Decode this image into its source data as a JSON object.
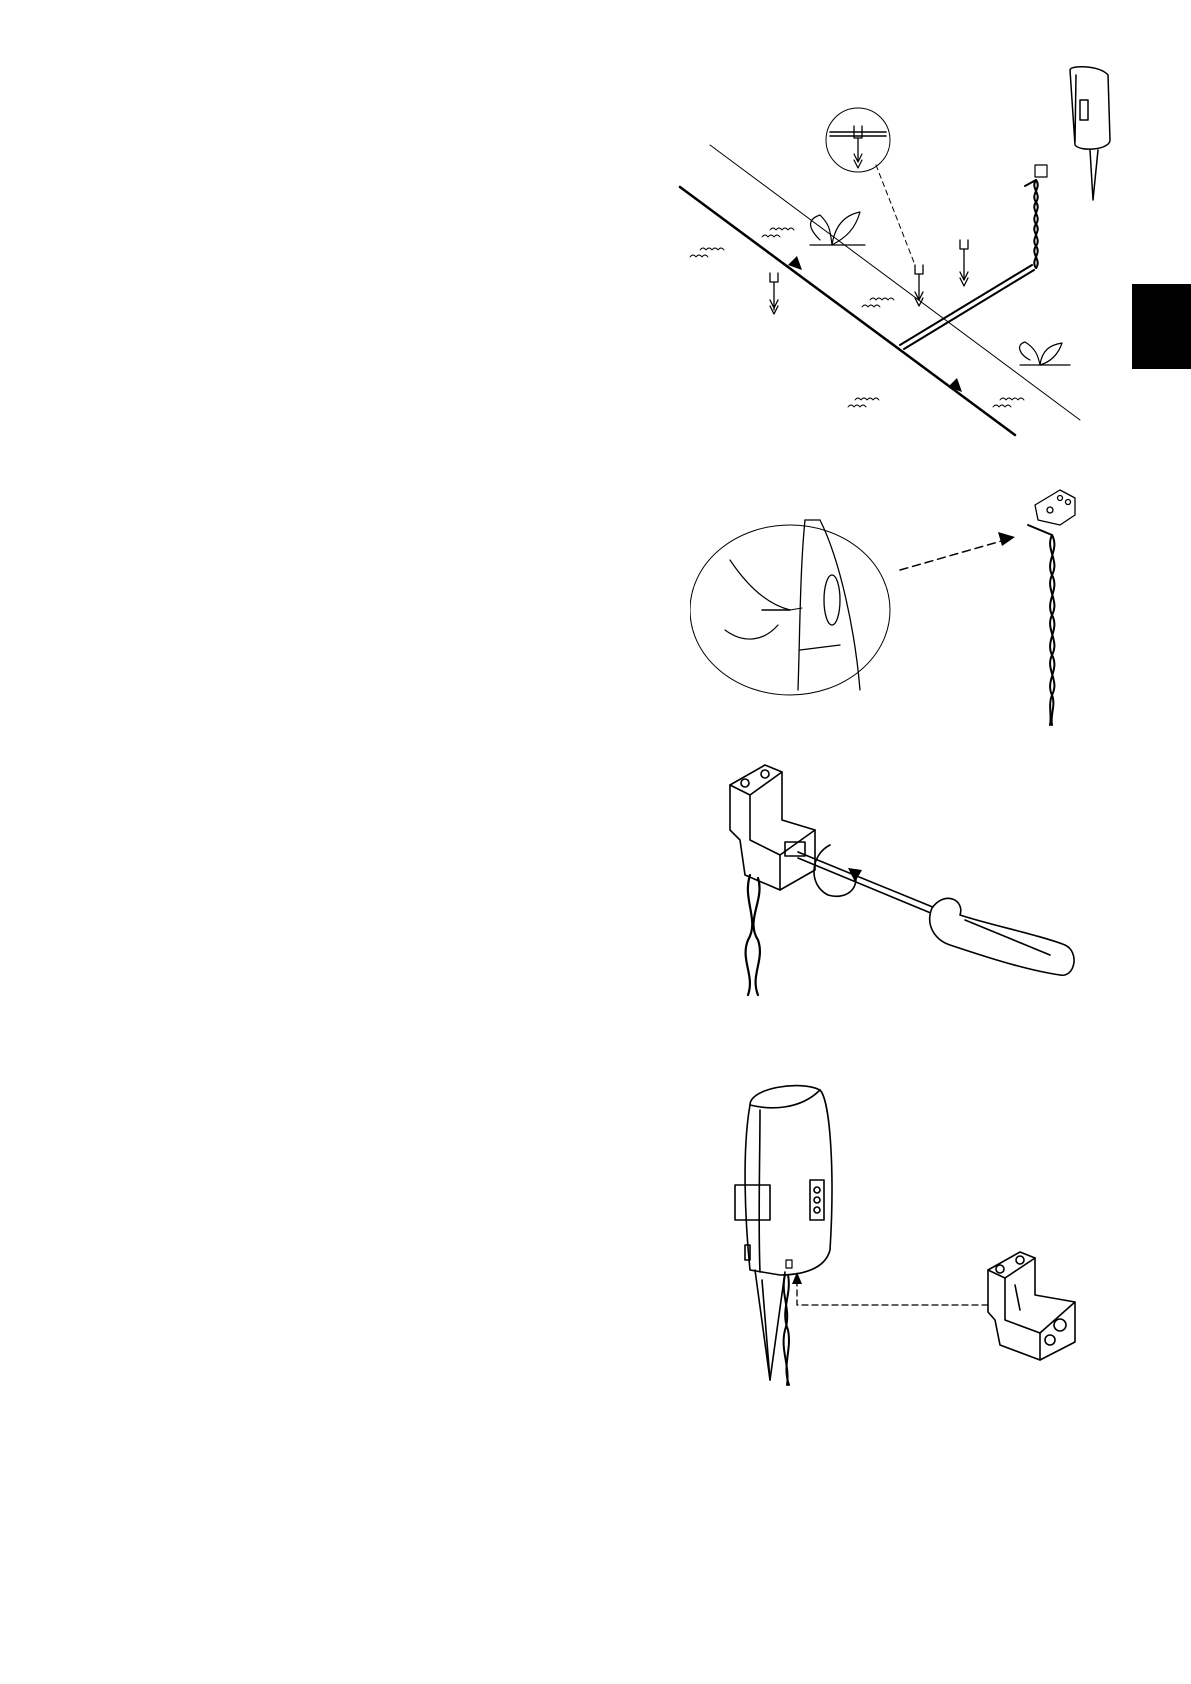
{
  "page": {
    "background": "#ffffff",
    "ink": "#000000",
    "tab_color": "#000000"
  },
  "figures": [
    {
      "name": "boundary-wire-staked-layout",
      "icons": [
        "guide-wire",
        "boundary-wire",
        "peg",
        "twisted-wire",
        "connector",
        "charging-station"
      ]
    },
    {
      "name": "wire-stripping-detail",
      "icons": [
        "pliers",
        "wire",
        "connector"
      ]
    },
    {
      "name": "screwdriver-tightening-connector",
      "icons": [
        "connector",
        "screwdriver",
        "rotation-arrow",
        "twisted-wire"
      ]
    },
    {
      "name": "connector-to-charging-station",
      "icons": [
        "charging-station",
        "connector",
        "twisted-wire"
      ]
    }
  ]
}
